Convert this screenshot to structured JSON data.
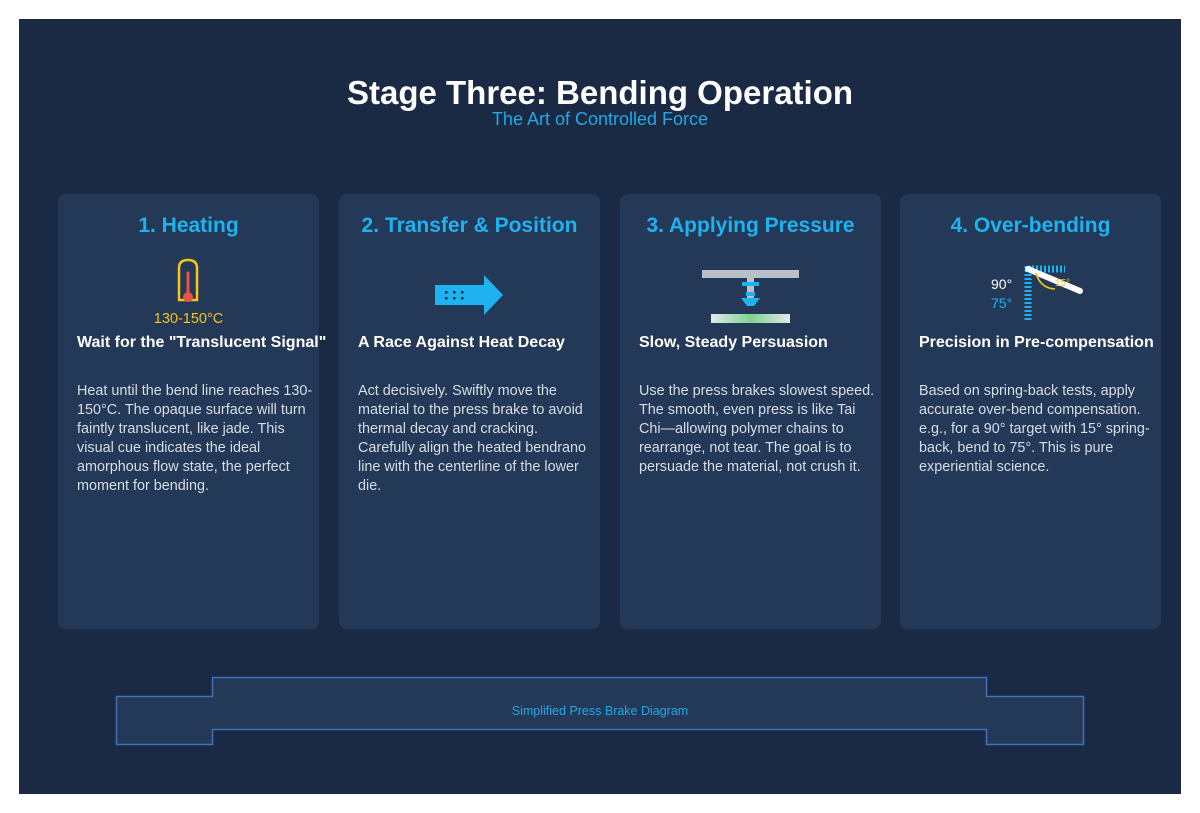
{
  "header": {
    "title": "Stage Three: Bending Operation",
    "subtitle": "The Art of Controlled Force"
  },
  "cards": [
    {
      "title": "1. Heating",
      "icon": "thermometer-icon",
      "icon_label": "130-150°C",
      "heading": "Wait for the \"Translucent Signal\"",
      "body": "Heat until the bend line reaches 130-150°C. The opaque surface will turn faintly translucent, like jade. This visual cue indicates the ideal amorphous flow state, the perfect moment for bending."
    },
    {
      "title": "2. Transfer & Position",
      "icon": "arrow-right-icon",
      "heading": "A Race Against Heat Decay",
      "body": "Act decisively. Swiftly move the material to the press brake to avoid thermal decay and cracking. Carefully align the heated bendrano line with the centerline of the lower die."
    },
    {
      "title": "3. Applying Pressure",
      "icon": "press-icon",
      "heading": "Slow, Steady Persuasion",
      "body": "Use the press brakes slowest speed. The smooth, even press is like Tai Chi—allowing polymer chains to rearrange, not tear. The goal is to persuade the material, not crush it."
    },
    {
      "title": "4. Over-bending",
      "icon": "angle-icon",
      "angle_target": "90°",
      "angle_bend": "75°",
      "angle_springback": "15°",
      "heading": "Precision in Pre-compensation",
      "body": "Based on spring-back tests, apply accurate over-bend compensation. e.g., for a 90° target with 15° spring-back, bend to 75°. This is pure experiential science."
    }
  ],
  "diagram": {
    "label": "Simplified Press Brake Diagram"
  },
  "colors": {
    "background": "#1b2a44",
    "card": "#243857",
    "accent": "#1fb2f0",
    "warning": "#f5c518",
    "heat": "#e8524a"
  }
}
